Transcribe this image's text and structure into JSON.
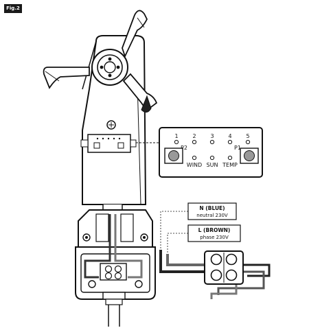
{
  "figure_label": "Fig.2",
  "control_panel": {
    "positions": [
      "1",
      "2",
      "3",
      "4",
      "5"
    ],
    "button_left": "P2",
    "button_right": "P1",
    "leds": [
      "WIND",
      "SUN",
      "TEMP"
    ]
  },
  "wiring": {
    "neutral": {
      "title": "N (BLUE)",
      "desc": "neutral 230V"
    },
    "phase": {
      "title": "L (BROWN)",
      "desc": "phase 230V"
    }
  }
}
